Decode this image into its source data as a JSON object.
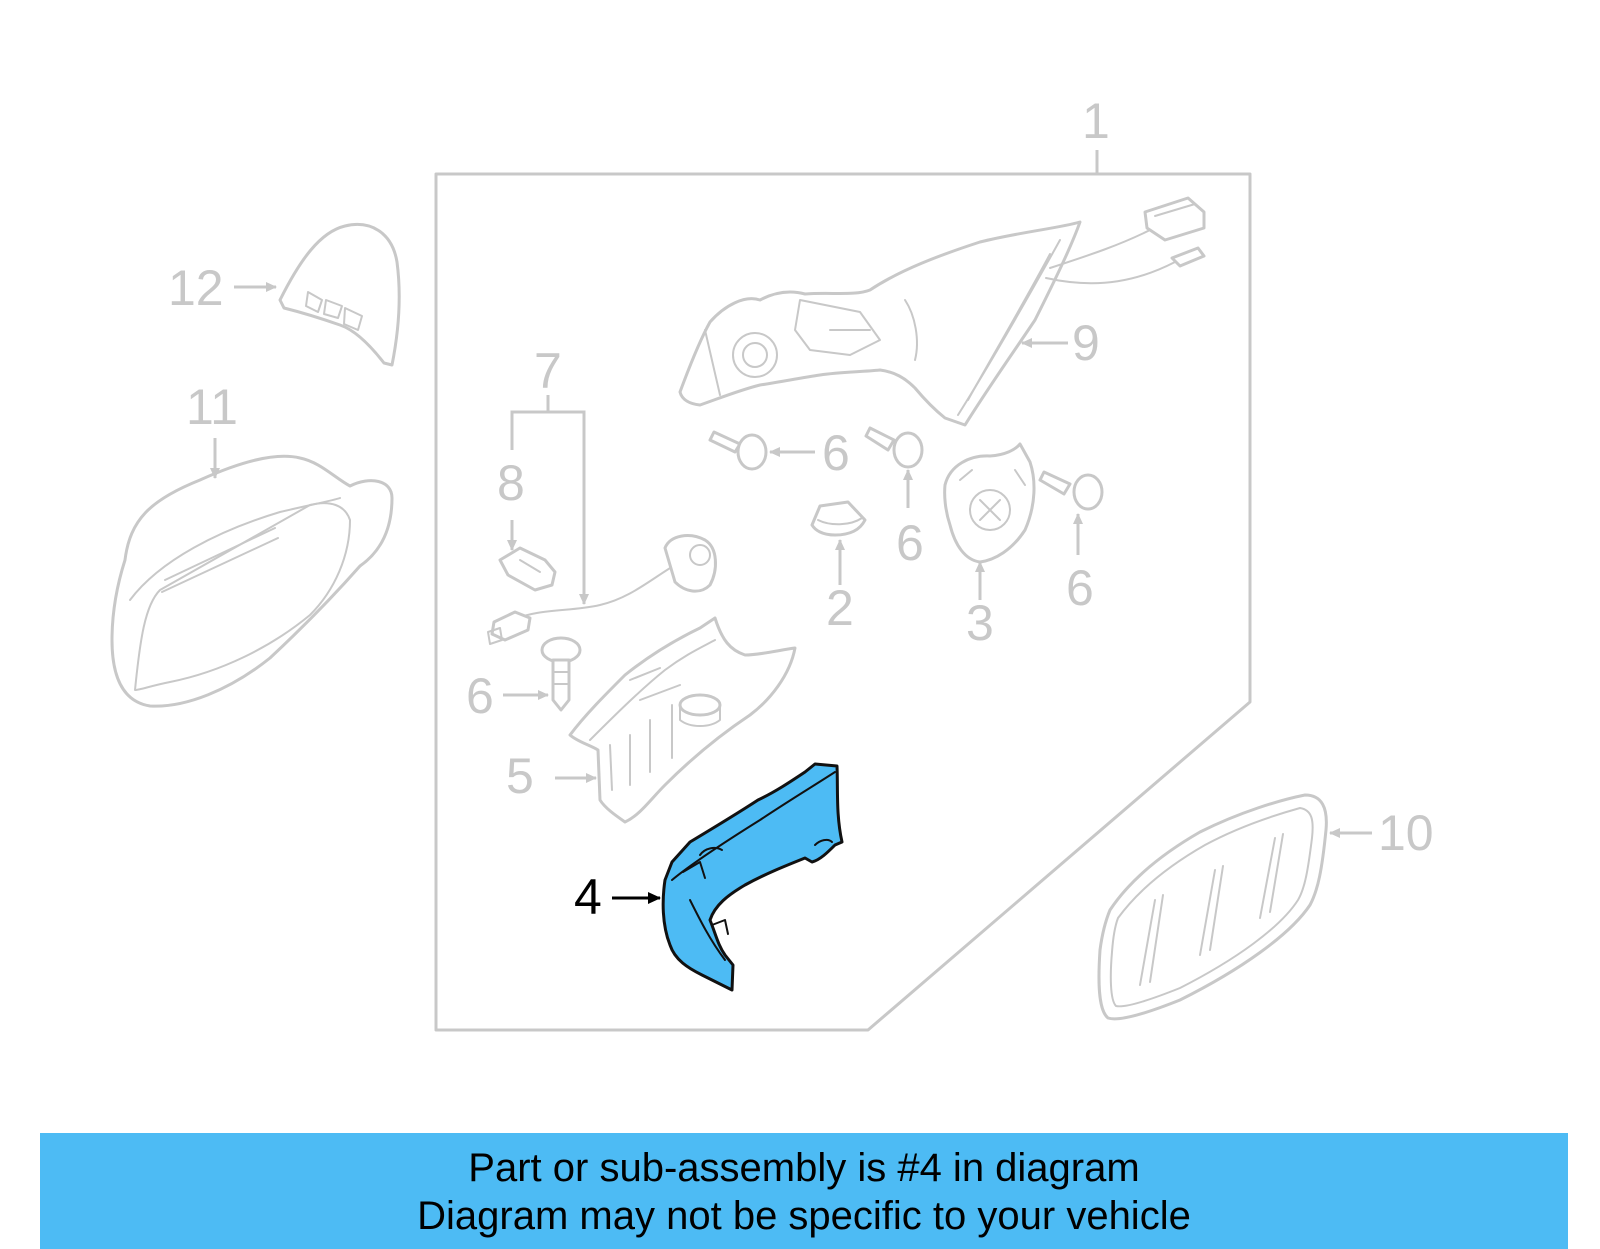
{
  "diagram": {
    "highlighted_part": "4",
    "callouts": {
      "c1": "1",
      "c2": "2",
      "c3": "3",
      "c4": "4",
      "c5": "5",
      "c6a": "6",
      "c6b": "6",
      "c6c": "6",
      "c6d": "6",
      "c7": "7",
      "c8": "8",
      "c9": "9",
      "c10": "10",
      "c11": "11",
      "c12": "12"
    },
    "colors": {
      "highlight": "#4dbbf4",
      "ghost_lines": "#c8c8c8",
      "banner": "#4dbbf4"
    }
  },
  "banner": {
    "line1": "Part or sub-assembly is #4 in diagram",
    "line2": "Diagram may not be specific to your vehicle"
  }
}
